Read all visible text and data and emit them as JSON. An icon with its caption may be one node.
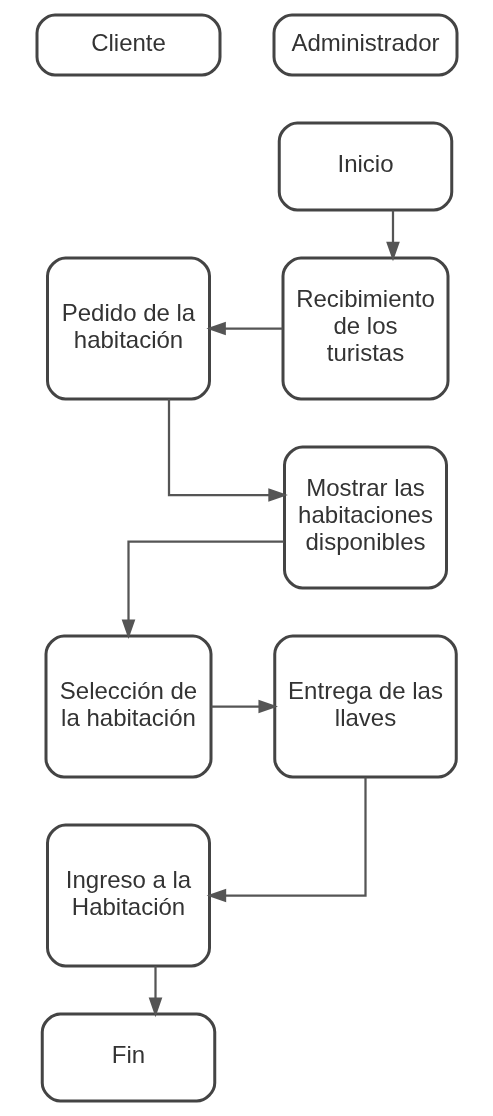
{
  "diagram": {
    "nodes": [
      {
        "text": [
          "Cliente"
        ]
      },
      {
        "text": [
          "Administrador"
        ]
      },
      {
        "text": [
          "Inicio"
        ]
      },
      {
        "text": [
          "Recibimiento de los turistas"
        ]
      },
      {
        "text": [
          "Pedido de la habitación"
        ]
      },
      {
        "text": [
          "Mostrar las habitaciones disponibles"
        ]
      },
      {
        "text": [
          "Selección de la habitación"
        ]
      },
      {
        "text": [
          "Entrega de las llaves"
        ]
      },
      {
        "text": [
          "Ingreso a la Habitación"
        ]
      },
      {
        "text": [
          "Fin"
        ]
      }
    ],
    "edges": [
      {
        "from": 2,
        "to": 3,
        "arrow": "to"
      },
      {
        "from": 3,
        "to": 4,
        "arrow": "to"
      },
      {
        "from": 4,
        "to": 5,
        "arrow": "to"
      },
      {
        "from": 5,
        "to": 6,
        "arrow": "to"
      },
      {
        "from": 6,
        "to": 7,
        "arrow": "to"
      },
      {
        "from": 7,
        "to": 8,
        "arrow": "to"
      },
      {
        "from": 8,
        "to": 9,
        "arrow": "to"
      }
    ]
  }
}
